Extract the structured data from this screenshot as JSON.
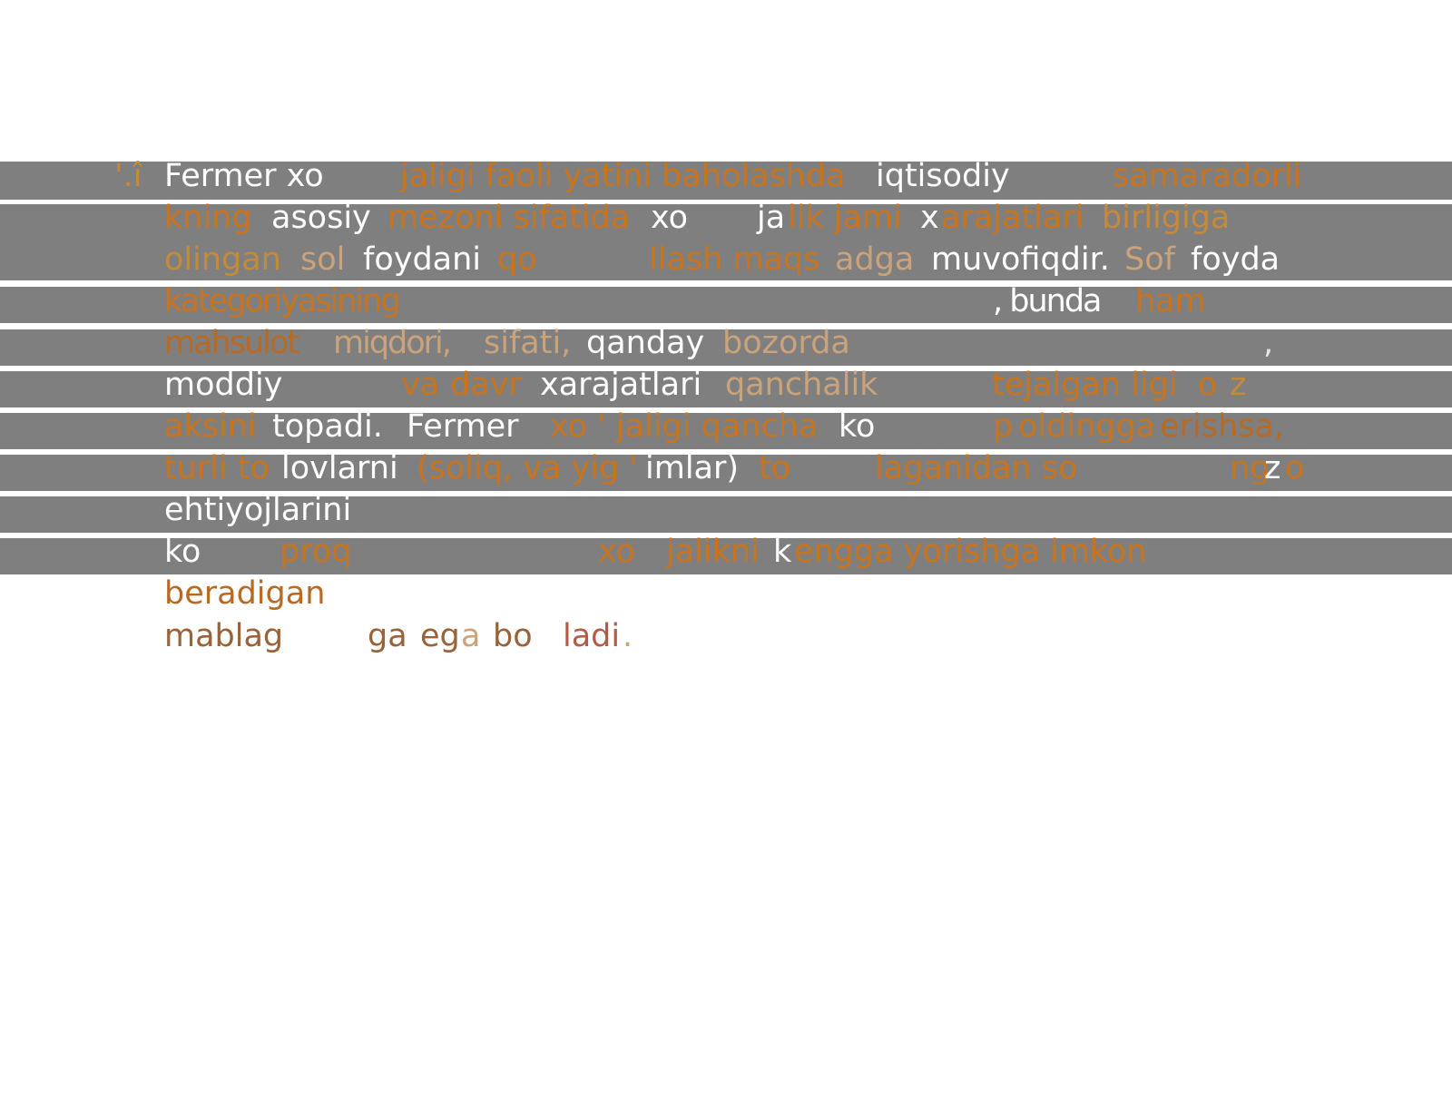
{
  "colors": {
    "band": "#7f7f7f",
    "white_text": "#ffffff",
    "orange_text": "#c8741e",
    "tan_text": "#caa37a",
    "brown_text": "#9a6238"
  },
  "doc": {
    "bullet": "'.î",
    "lines": [
      {
        "words": [
          {
            "t": "Fermer xo"
          },
          {
            "t": "jaligi faoli yatini baholashda"
          },
          {
            "t": "iqtisodiy"
          },
          {
            "t": "samaradorli"
          }
        ]
      },
      {
        "words": [
          {
            "t": "kning"
          },
          {
            "t": "asosiy"
          },
          {
            "t": "mezoni sifatida"
          },
          {
            "t": "xo"
          },
          {
            "t": "ja"
          },
          {
            "t": "lik jami"
          },
          {
            "t": "x"
          },
          {
            "t": "arajatlari"
          },
          {
            "t": "birligiga"
          }
        ]
      },
      {
        "words": [
          {
            "t": "olingan"
          },
          {
            "t": "sol"
          },
          {
            "t": "foydani"
          },
          {
            "t": "qo"
          },
          {
            "t": "llash maqs"
          },
          {
            "t": "adga"
          },
          {
            "t": "muvofiqdir."
          },
          {
            "t": "Sof"
          },
          {
            "t": "foyda"
          }
        ]
      },
      {
        "words": [
          {
            "t": "kategoriyasining"
          },
          {
            "t": ", bunda"
          },
          {
            "t": "ham"
          }
        ]
      },
      {
        "words": [
          {
            "t": "mahsulot"
          },
          {
            "t": "miqdori,"
          },
          {
            "t": "sifati,"
          },
          {
            "t": "qanday"
          },
          {
            "t": "bozorda"
          },
          {
            "t": ","
          }
        ]
      },
      {
        "words": [
          {
            "t": "moddiy"
          },
          {
            "t": "va"
          },
          {
            "t": "davr"
          },
          {
            "t": "xarajatlari"
          },
          {
            "t": "qanchalik"
          },
          {
            "t": "tejalgan ligi"
          },
          {
            "t": "o"
          },
          {
            "t": "z"
          }
        ]
      },
      {
        "words": [
          {
            "t": "aksini"
          },
          {
            "t": "topadi."
          },
          {
            "t": "Fermer"
          },
          {
            "t": "xo ' jaligi qancha"
          },
          {
            "t": "ko"
          },
          {
            "t": "p"
          },
          {
            "t": "oldingga"
          },
          {
            "t": "erishsa,"
          }
        ]
      },
      {
        "words": [
          {
            "t": "turli to"
          },
          {
            "t": "lovlarni"
          },
          {
            "t": "(soliq, va yig ' "
          },
          {
            "t": "imlar)"
          },
          {
            "t": "to"
          },
          {
            "t": "laganidan so"
          },
          {
            "t": "ng"
          },
          {
            "t": "z"
          },
          {
            "t": "o"
          }
        ]
      },
      {
        "words": [
          {
            "t": "ehtiyojlarini"
          }
        ]
      },
      {
        "words": [
          {
            "t": "ko"
          },
          {
            "t": "proq"
          },
          {
            "t": "xo"
          },
          {
            "t": "jalikni"
          },
          {
            "t": "k"
          },
          {
            "t": "engga yorishga imkon"
          }
        ]
      },
      {
        "words": [
          {
            "t": "beradigan"
          }
        ]
      },
      {
        "words": [
          {
            "t": "mablag"
          },
          {
            "t": "ga"
          },
          {
            "t": "eg"
          },
          {
            "t": "a"
          },
          {
            "t": "bo"
          },
          {
            "t": "ladi"
          },
          {
            "t": "."
          }
        ]
      }
    ]
  }
}
